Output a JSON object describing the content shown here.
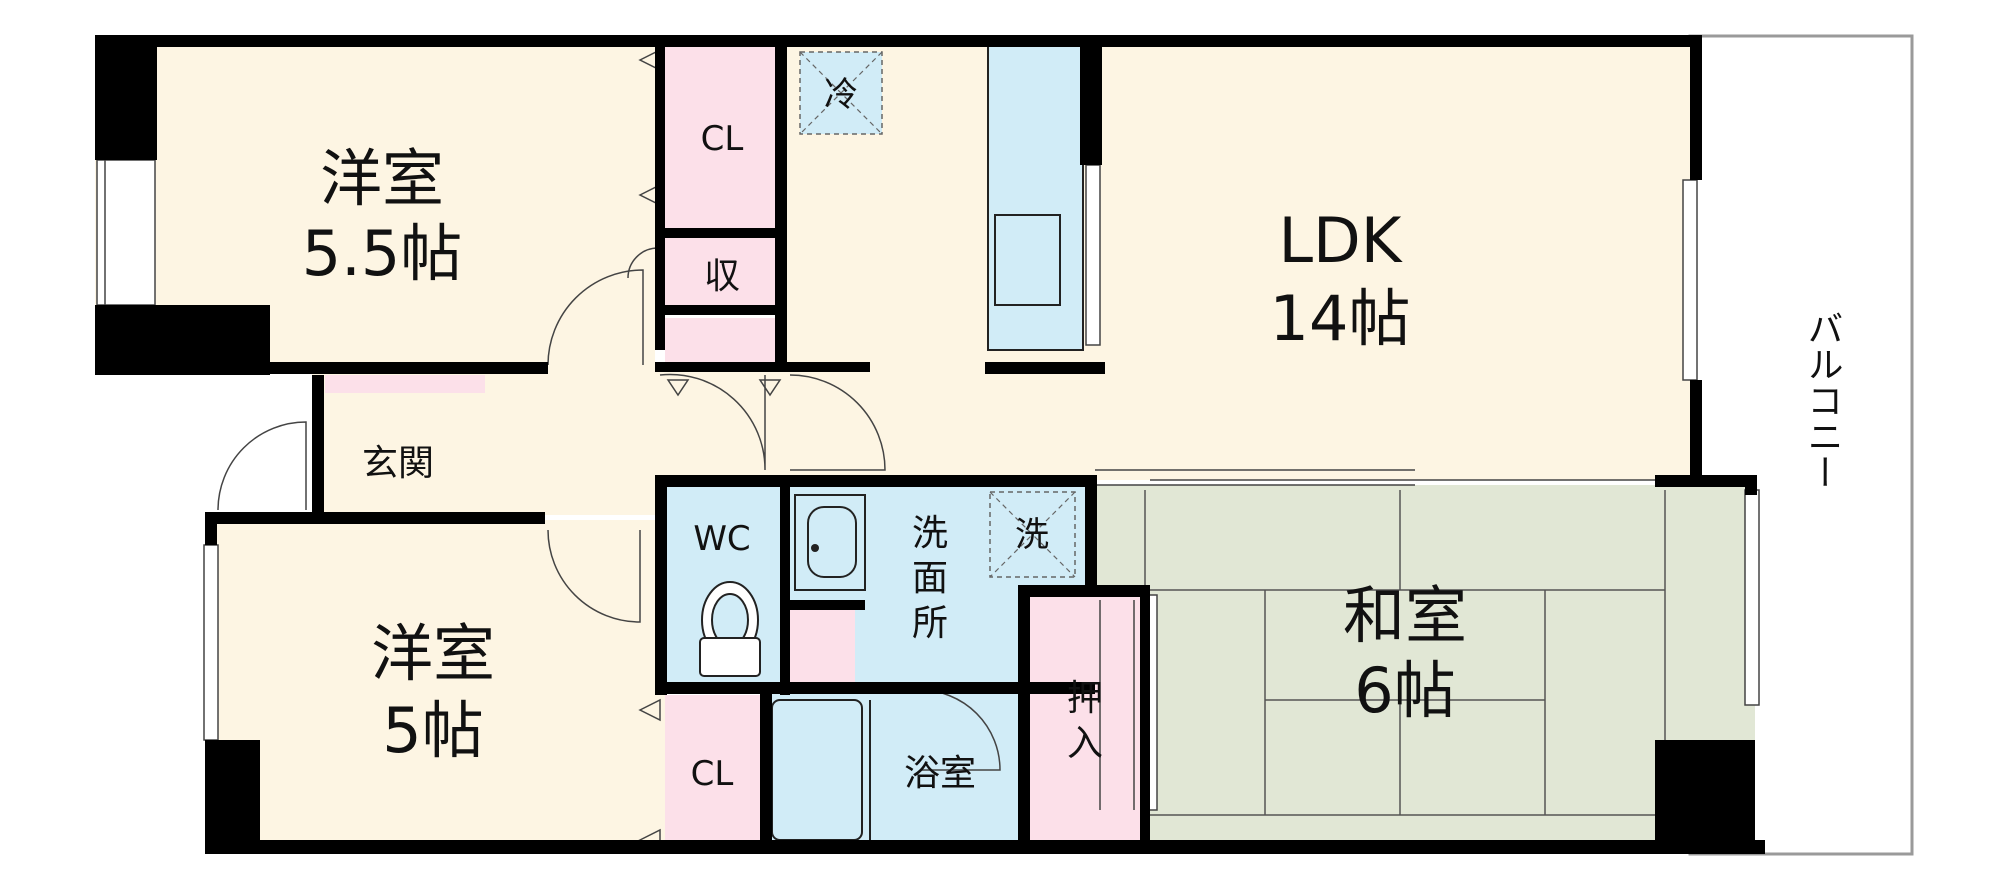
{
  "floorplan": {
    "rooms": {
      "western_room_1": {
        "name": "洋室",
        "size": "5.5帖"
      },
      "western_room_2": {
        "name": "洋室",
        "size": "5帖"
      },
      "ldk": {
        "name": "LDK",
        "size": "14帖"
      },
      "japanese_room": {
        "name": "和室",
        "size": "6帖"
      },
      "entrance": {
        "name": "玄関"
      },
      "wc": {
        "name": "WC"
      },
      "washroom": {
        "name_lines": [
          "洗",
          "面",
          "所"
        ]
      },
      "bathroom": {
        "name": "浴室"
      },
      "closet_1": {
        "name": "CL"
      },
      "closet_2": {
        "name": "CL"
      },
      "storage": {
        "name": "収"
      },
      "oshiire": {
        "name_lines": [
          "押",
          "入"
        ]
      },
      "balcony": {
        "name": "バルコニー"
      }
    },
    "fixtures": {
      "fridge": "冷",
      "washer": "洗"
    },
    "colors": {
      "western": "#fdf5e3",
      "japanese": "#e1e7d5",
      "wet_area": "#d1ecf7",
      "storage": "#fce0e9",
      "wall": "#000000",
      "balcony_outline": "#9a9a9a"
    }
  }
}
